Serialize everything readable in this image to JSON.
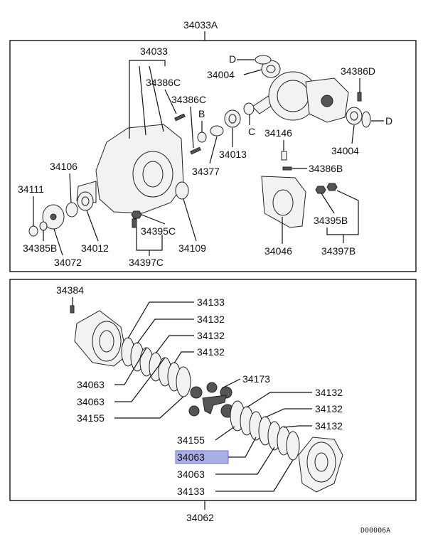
{
  "assembly_top": "34033A",
  "assembly_bottom": "34062",
  "code": "D00006A",
  "top_labels": {
    "l34033": "34033",
    "l34386C_a": "34386C",
    "l34386C_b": "34386C",
    "lD1": "D",
    "l34004_a": "34004",
    "l34386D": "34386D",
    "lB": "B",
    "lC": "C",
    "lD2": "D",
    "l34013": "34013",
    "l34146": "34146",
    "l34004_b": "34004",
    "l34377": "34377",
    "l34386B": "34386B",
    "l34106": "34106",
    "l34111": "34111",
    "l34395C": "34395C",
    "l34109": "34109",
    "l34012": "34012",
    "l34385B": "34385B",
    "l34072": "34072",
    "l34397C": "34397C",
    "l34046": "34046",
    "l34395B": "34395B",
    "l34397B": "34397B"
  },
  "bottom_labels": {
    "l34384": "34384",
    "l34133_a": "34133",
    "l34132_a": "34132",
    "l34132_b": "34132",
    "l34132_c": "34132",
    "l34063_a": "34063",
    "l34063_b": "34063",
    "l34173": "34173",
    "l34155_a": "34155",
    "l34132_d": "34132",
    "l34132_e": "34132",
    "l34132_f": "34132",
    "l34155_b": "34155",
    "l34063_hl": "34063",
    "l34063_c": "34063",
    "l34133_b": "34133"
  },
  "highlight_color": "#aab0e6"
}
